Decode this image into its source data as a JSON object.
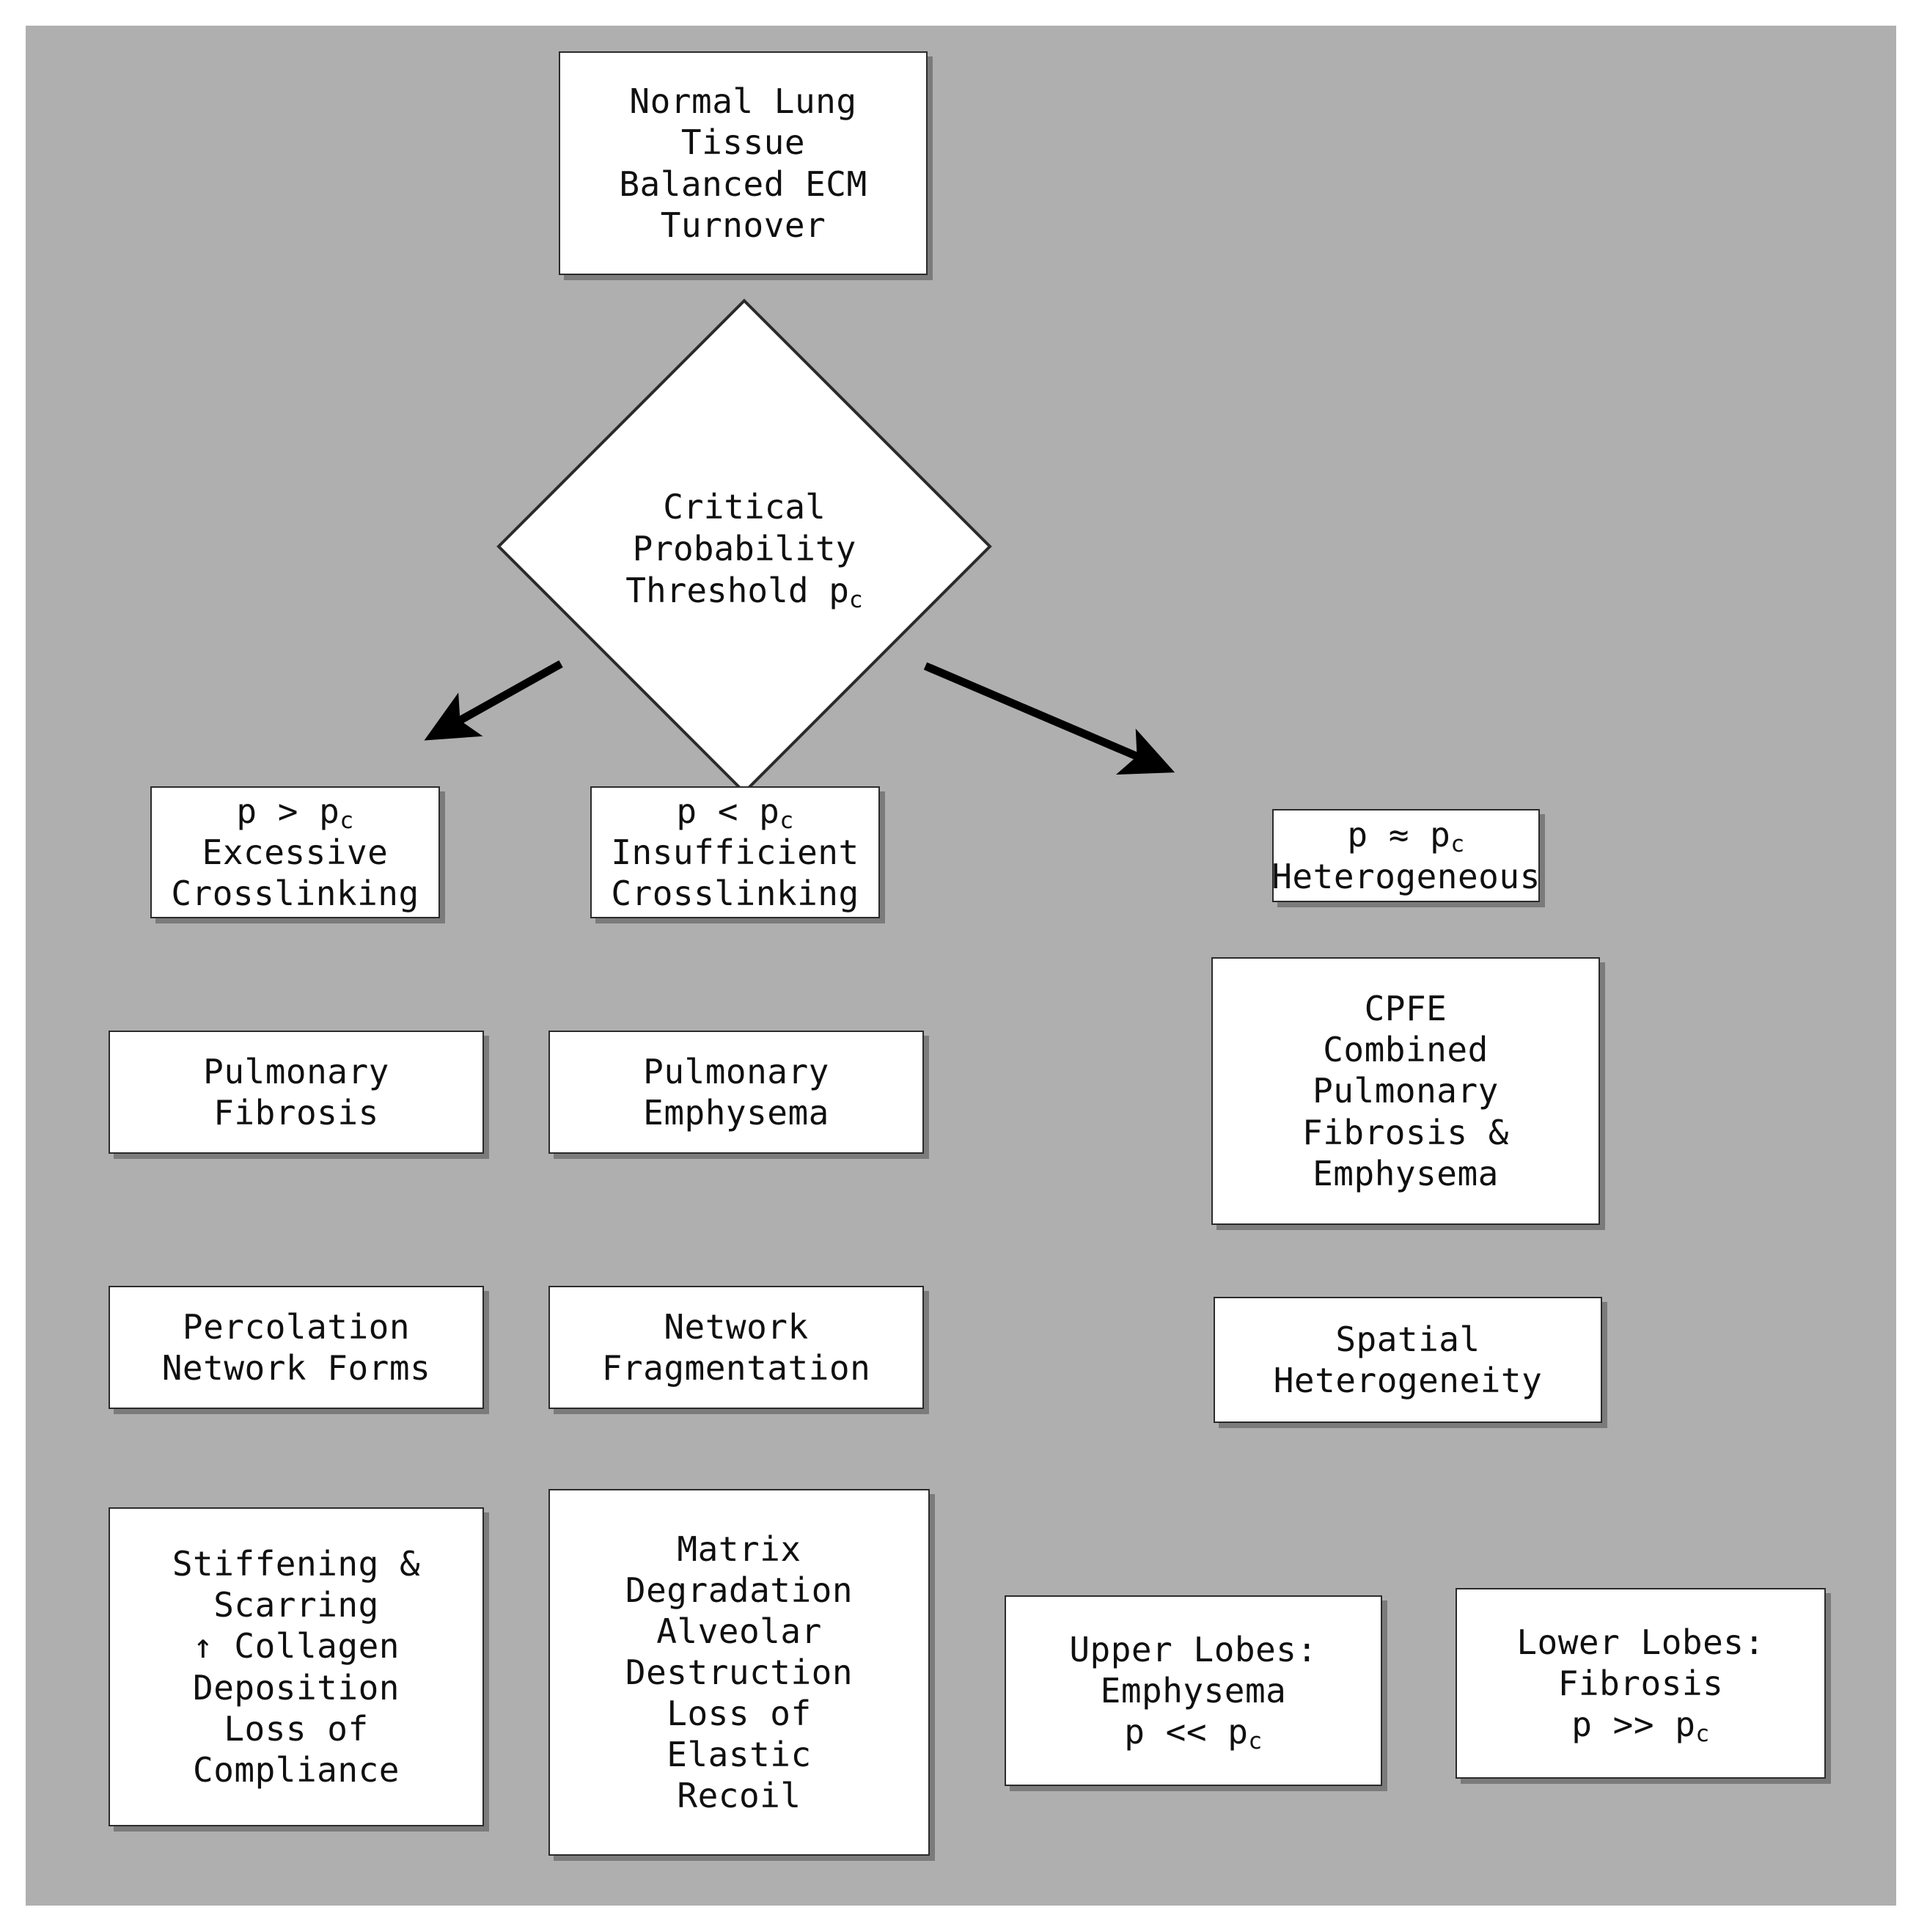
{
  "diagram": {
    "title": "Critical Probability Threshold Flowchart for ECM Crosslinking in Lung Disease",
    "background_color": "#afafaf",
    "page_color": "#ffffff",
    "node_fill": "#ffffff",
    "node_stroke": "#2b2b2b",
    "text_color": "#101010"
  },
  "nodes": {
    "root": {
      "name": "normal-lung-tissue",
      "lines": [
        "Normal Lung",
        "Tissue",
        "Balanced ECM",
        "Turnover"
      ],
      "shape": "rectangle"
    },
    "decision": {
      "name": "critical-probability-threshold",
      "lines": [
        "Critical",
        "Probability",
        "Threshold p"
      ],
      "subscript": "c",
      "shape": "diamond"
    },
    "branch_left": {
      "name": "excessive-crosslinking",
      "condition_prefix": "p > p",
      "condition_subscript": "c",
      "lines": [
        "Excessive",
        "Crosslinking"
      ],
      "shape": "rectangle"
    },
    "branch_middle": {
      "name": "insufficient-crosslinking",
      "condition_prefix": "p < p",
      "condition_subscript": "c",
      "lines": [
        "Insufficient",
        "Crosslinking"
      ],
      "shape": "rectangle"
    },
    "branch_right": {
      "name": "heterogeneous",
      "condition_prefix": "p ≈ p",
      "condition_subscript": "c",
      "lines": [
        "Heterogeneous"
      ],
      "shape": "rectangle"
    },
    "left_disease": {
      "name": "pulmonary-fibrosis",
      "lines": [
        "Pulmonary",
        "Fibrosis"
      ],
      "shape": "rectangle"
    },
    "middle_disease": {
      "name": "pulmonary-emphysema",
      "lines": [
        "Pulmonary",
        "Emphysema"
      ],
      "shape": "rectangle"
    },
    "right_disease": {
      "name": "cpfe",
      "lines": [
        "CPFE",
        "Combined",
        "Pulmonary",
        "Fibrosis &",
        "Emphysema"
      ],
      "shape": "rectangle"
    },
    "left_mechanism": {
      "name": "percolation-network-forms",
      "lines": [
        "Percolation",
        "Network Forms"
      ],
      "shape": "rectangle"
    },
    "middle_mechanism": {
      "name": "network-fragmentation",
      "lines": [
        "Network",
        "Fragmentation"
      ],
      "shape": "rectangle"
    },
    "right_mechanism": {
      "name": "spatial-heterogeneity",
      "lines": [
        "Spatial",
        "Heterogeneity"
      ],
      "shape": "rectangle"
    },
    "left_outcome": {
      "name": "stiffening-scarring",
      "lines": [
        "Stiffening &",
        "Scarring",
        "↑ Collagen",
        "Deposition",
        "Loss of",
        "Compliance"
      ],
      "shape": "rectangle"
    },
    "middle_outcome": {
      "name": "matrix-degradation",
      "lines": [
        "Matrix",
        "Degradation",
        "Alveolar",
        "Destruction",
        "Loss of",
        "Elastic",
        "Recoil"
      ],
      "shape": "rectangle"
    },
    "upper_lobes": {
      "name": "upper-lobes-emphysema",
      "lines": [
        "Upper Lobes:",
        "Emphysema"
      ],
      "condition_prefix": "p << p",
      "condition_subscript": "c",
      "shape": "rectangle"
    },
    "lower_lobes": {
      "name": "lower-lobes-fibrosis",
      "lines": [
        "Lower Lobes:",
        "Fibrosis"
      ],
      "condition_prefix": "p >> p",
      "condition_subscript": "c",
      "shape": "rectangle"
    }
  },
  "edges": [
    {
      "name": "decision-to-excessive-crosslinking",
      "from": "decision",
      "to": "branch_left",
      "style": "solid-arrow",
      "color": "#000000"
    },
    {
      "name": "decision-to-heterogeneous",
      "from": "decision",
      "to": "branch_right",
      "style": "solid-arrow",
      "color": "#000000"
    }
  ]
}
